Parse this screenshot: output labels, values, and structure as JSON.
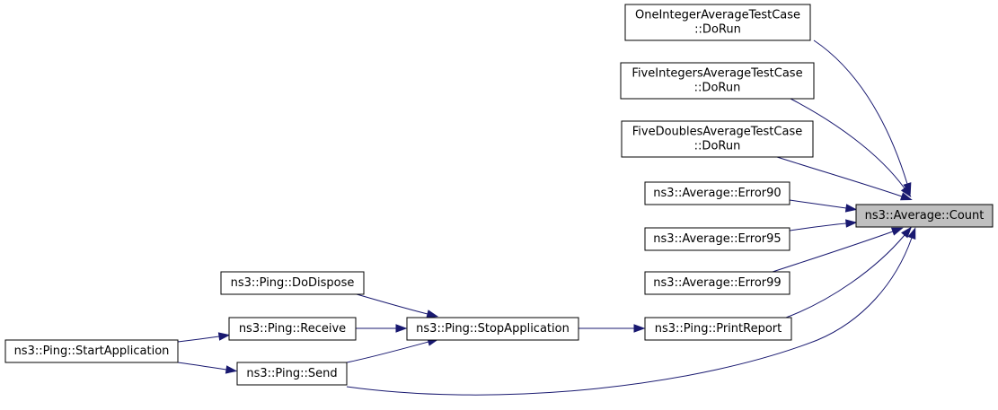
{
  "colors": {
    "edge": "#191970",
    "node_border": "#000000",
    "highlight_fill": "#bfbfbf"
  },
  "nodes": [
    {
      "id": "count",
      "lines": [
        "ns3::Average::Count"
      ],
      "highlight": true
    },
    {
      "id": "one_integer",
      "lines": [
        "OneIntegerAverageTestCase",
        "::DoRun"
      ]
    },
    {
      "id": "five_integers",
      "lines": [
        "FiveIntegersAverageTestCase",
        "::DoRun"
      ]
    },
    {
      "id": "five_doubles",
      "lines": [
        "FiveDoublesAverageTestCase",
        "::DoRun"
      ]
    },
    {
      "id": "error90",
      "lines": [
        "ns3::Average::Error90"
      ]
    },
    {
      "id": "error95",
      "lines": [
        "ns3::Average::Error95"
      ]
    },
    {
      "id": "error99",
      "lines": [
        "ns3::Average::Error99"
      ]
    },
    {
      "id": "print_report",
      "lines": [
        "ns3::Ping::PrintReport"
      ]
    },
    {
      "id": "stop_application",
      "lines": [
        "ns3::Ping::StopApplication"
      ]
    },
    {
      "id": "do_dispose",
      "lines": [
        "ns3::Ping::DoDispose"
      ]
    },
    {
      "id": "receive",
      "lines": [
        "ns3::Ping::Receive"
      ]
    },
    {
      "id": "send",
      "lines": [
        "ns3::Ping::Send"
      ]
    },
    {
      "id": "start_application",
      "lines": [
        "ns3::Ping::StartApplication"
      ]
    }
  ],
  "edges": [
    {
      "from": "one_integer",
      "to": "count"
    },
    {
      "from": "five_integers",
      "to": "count"
    },
    {
      "from": "five_doubles",
      "to": "count"
    },
    {
      "from": "error90",
      "to": "count"
    },
    {
      "from": "error95",
      "to": "count"
    },
    {
      "from": "error99",
      "to": "count"
    },
    {
      "from": "print_report",
      "to": "count"
    },
    {
      "from": "send",
      "to": "count"
    },
    {
      "from": "stop_application",
      "to": "print_report"
    },
    {
      "from": "do_dispose",
      "to": "stop_application"
    },
    {
      "from": "receive",
      "to": "stop_application"
    },
    {
      "from": "send",
      "to": "stop_application"
    },
    {
      "from": "start_application",
      "to": "receive"
    },
    {
      "from": "start_application",
      "to": "send"
    }
  ]
}
